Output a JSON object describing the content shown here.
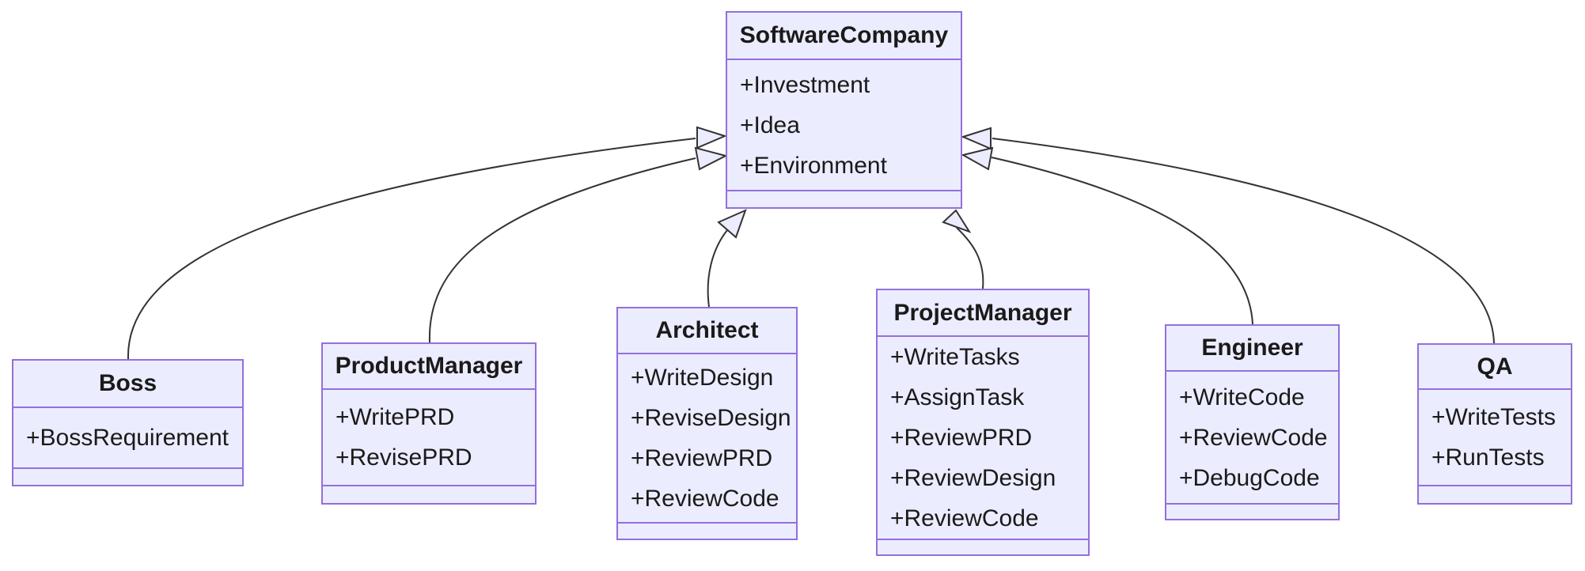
{
  "diagram": {
    "kind": "uml-class-diagram",
    "colors": {
      "node_fill": "#ECECFF",
      "node_border": "#9370DB",
      "edge_line": "#333333",
      "text": "#1a1a1a",
      "background": "#ffffff"
    },
    "classes": [
      {
        "name": "SoftwareCompany",
        "attributes": [
          "+Investment",
          "+Idea",
          "+Environment"
        ],
        "methods": []
      },
      {
        "name": "Boss",
        "attributes": [
          "+BossRequirement"
        ],
        "methods": []
      },
      {
        "name": "ProductManager",
        "attributes": [
          "+WritePRD",
          "+RevisePRD"
        ],
        "methods": []
      },
      {
        "name": "Architect",
        "attributes": [
          "+WriteDesign",
          "+ReviseDesign",
          "+ReviewPRD",
          "+ReviewCode"
        ],
        "methods": []
      },
      {
        "name": "ProjectManager",
        "attributes": [
          "+WriteTasks",
          "+AssignTask",
          "+ReviewPRD",
          "+ReviewDesign",
          "+ReviewCode"
        ],
        "methods": []
      },
      {
        "name": "Engineer",
        "attributes": [
          "+WriteCode",
          "+ReviewCode",
          "+DebugCode"
        ],
        "methods": []
      },
      {
        "name": "QA",
        "attributes": [
          "+WriteTests",
          "+RunTests"
        ],
        "methods": []
      }
    ],
    "relationships": [
      {
        "from": "Boss",
        "to": "SoftwareCompany",
        "type": "inheritance",
        "arrow": "hollow-triangle"
      },
      {
        "from": "ProductManager",
        "to": "SoftwareCompany",
        "type": "inheritance",
        "arrow": "hollow-triangle"
      },
      {
        "from": "Architect",
        "to": "SoftwareCompany",
        "type": "inheritance",
        "arrow": "hollow-triangle"
      },
      {
        "from": "ProjectManager",
        "to": "SoftwareCompany",
        "type": "inheritance",
        "arrow": "hollow-triangle"
      },
      {
        "from": "Engineer",
        "to": "SoftwareCompany",
        "type": "inheritance",
        "arrow": "hollow-triangle"
      },
      {
        "from": "QA",
        "to": "SoftwareCompany",
        "type": "inheritance",
        "arrow": "hollow-triangle"
      }
    ]
  }
}
